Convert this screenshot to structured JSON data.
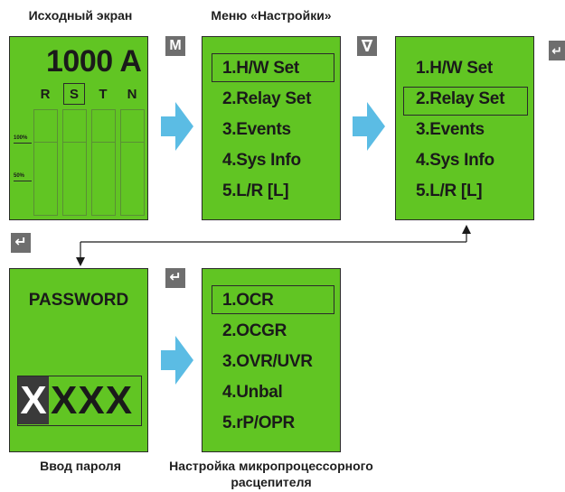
{
  "captions": {
    "initial_screen": "Исходный экран",
    "settings_menu": "Меню «Настройки»",
    "password_entry": "Ввод пароля",
    "trip_unit_setup_line1": "Настройка микропроцессорного",
    "trip_unit_setup_line2": "расцепителя"
  },
  "initial_screen": {
    "current_value": "1000 A",
    "phases": [
      "R",
      "S",
      "T",
      "N"
    ],
    "selected_phase": "S",
    "scale_labels": {
      "p100": "100%",
      "p50": "50%"
    }
  },
  "keys": {
    "menu": "M",
    "down": "∇",
    "enter": "↵"
  },
  "settings_menu": {
    "items": [
      "1.H/W Set",
      "2.Relay Set",
      "3.Events",
      "4.Sys Info",
      "5.L/R [L]"
    ],
    "selected_index": 0
  },
  "settings_menu_step2": {
    "items": [
      "1.H/W Set",
      "2.Relay Set",
      "3.Events",
      "4.Sys Info",
      "5.L/R [L]"
    ],
    "selected_index": 1
  },
  "password_screen": {
    "title": "PASSWORD",
    "first_char": "X",
    "rest_chars": "XXX"
  },
  "relay_menu": {
    "items": [
      "1.OCR",
      "2.OCGR",
      "3.OVR/UVR",
      "4.Unbal",
      "5.rP/OPR"
    ],
    "selected_index": 0
  },
  "colors": {
    "screen_green": "#61c523",
    "arrow_blue": "#5bbce4",
    "key_gray": "#6e6e6e"
  }
}
